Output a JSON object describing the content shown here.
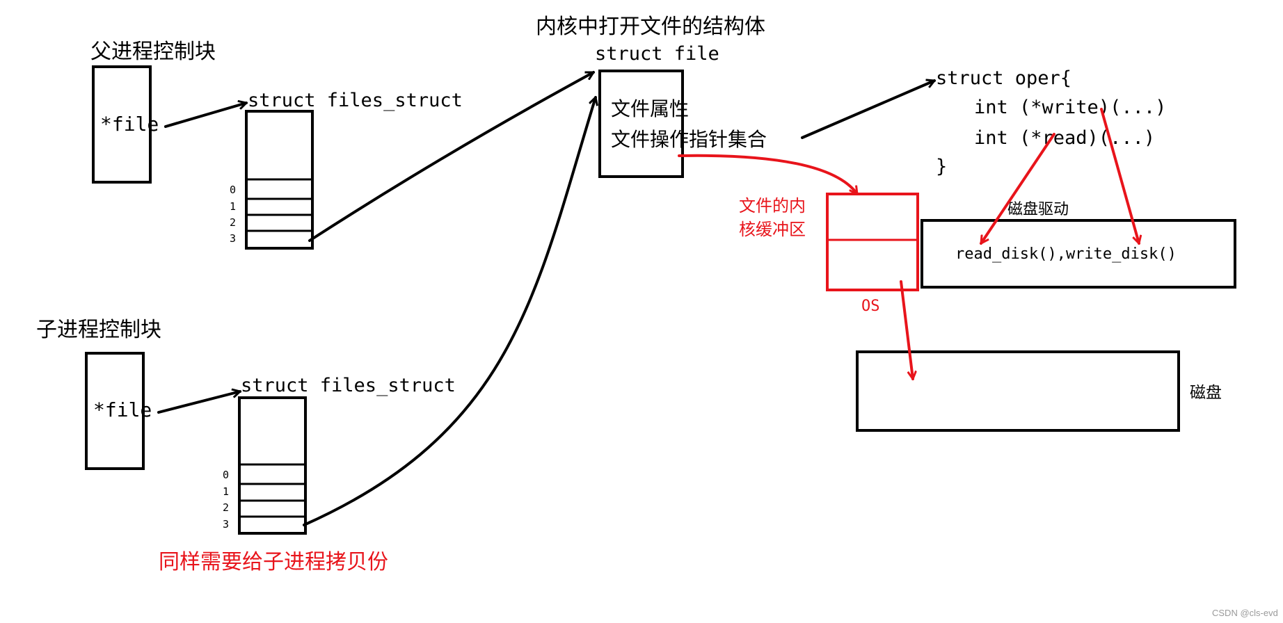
{
  "colors": {
    "ink": "#000000",
    "red": "#e8141b",
    "watermark": "#9a9a9a"
  },
  "parent": {
    "title": "父进程控制块",
    "pointer": "*file",
    "table_title": "struct files_struct",
    "indices": [
      "0",
      "1",
      "2",
      "3"
    ]
  },
  "child": {
    "title": "子进程控制块",
    "pointer": "*file",
    "table_title": "struct files_struct",
    "indices": [
      "0",
      "1",
      "2",
      "3"
    ],
    "note": "同样需要给子进程拷贝份"
  },
  "file_struct": {
    "title": "内核中打开文件的结构体",
    "subtitle": "struct file",
    "line1": "文件属性",
    "line2": "文件操作指针集合"
  },
  "oper": {
    "lines": [
      "struct oper{",
      "int (*write)(...)",
      "int (*read)(...)",
      "}"
    ]
  },
  "buffer": {
    "label_line1": "文件的内",
    "label_line2": "核缓冲区",
    "os_label": "OS"
  },
  "driver": {
    "label": "磁盘驱动",
    "functions": "read_disk(),write_disk()"
  },
  "disk": {
    "label": "磁盘"
  },
  "watermark": "CSDN @cls-evd"
}
